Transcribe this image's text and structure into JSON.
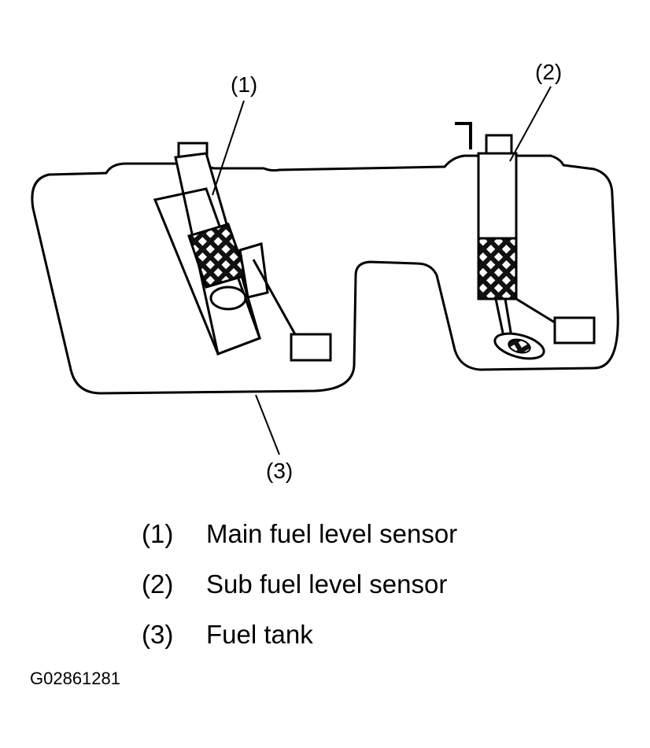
{
  "callouts": {
    "main_sensor": "(1)",
    "sub_sensor": "(2)",
    "fuel_tank": "(3)"
  },
  "legend": [
    {
      "num": "(1)",
      "text": "Main fuel level sensor"
    },
    {
      "num": "(2)",
      "text": "Sub fuel level sensor"
    },
    {
      "num": "(3)",
      "text": "Fuel tank"
    }
  ],
  "figure_id": "G02861281"
}
